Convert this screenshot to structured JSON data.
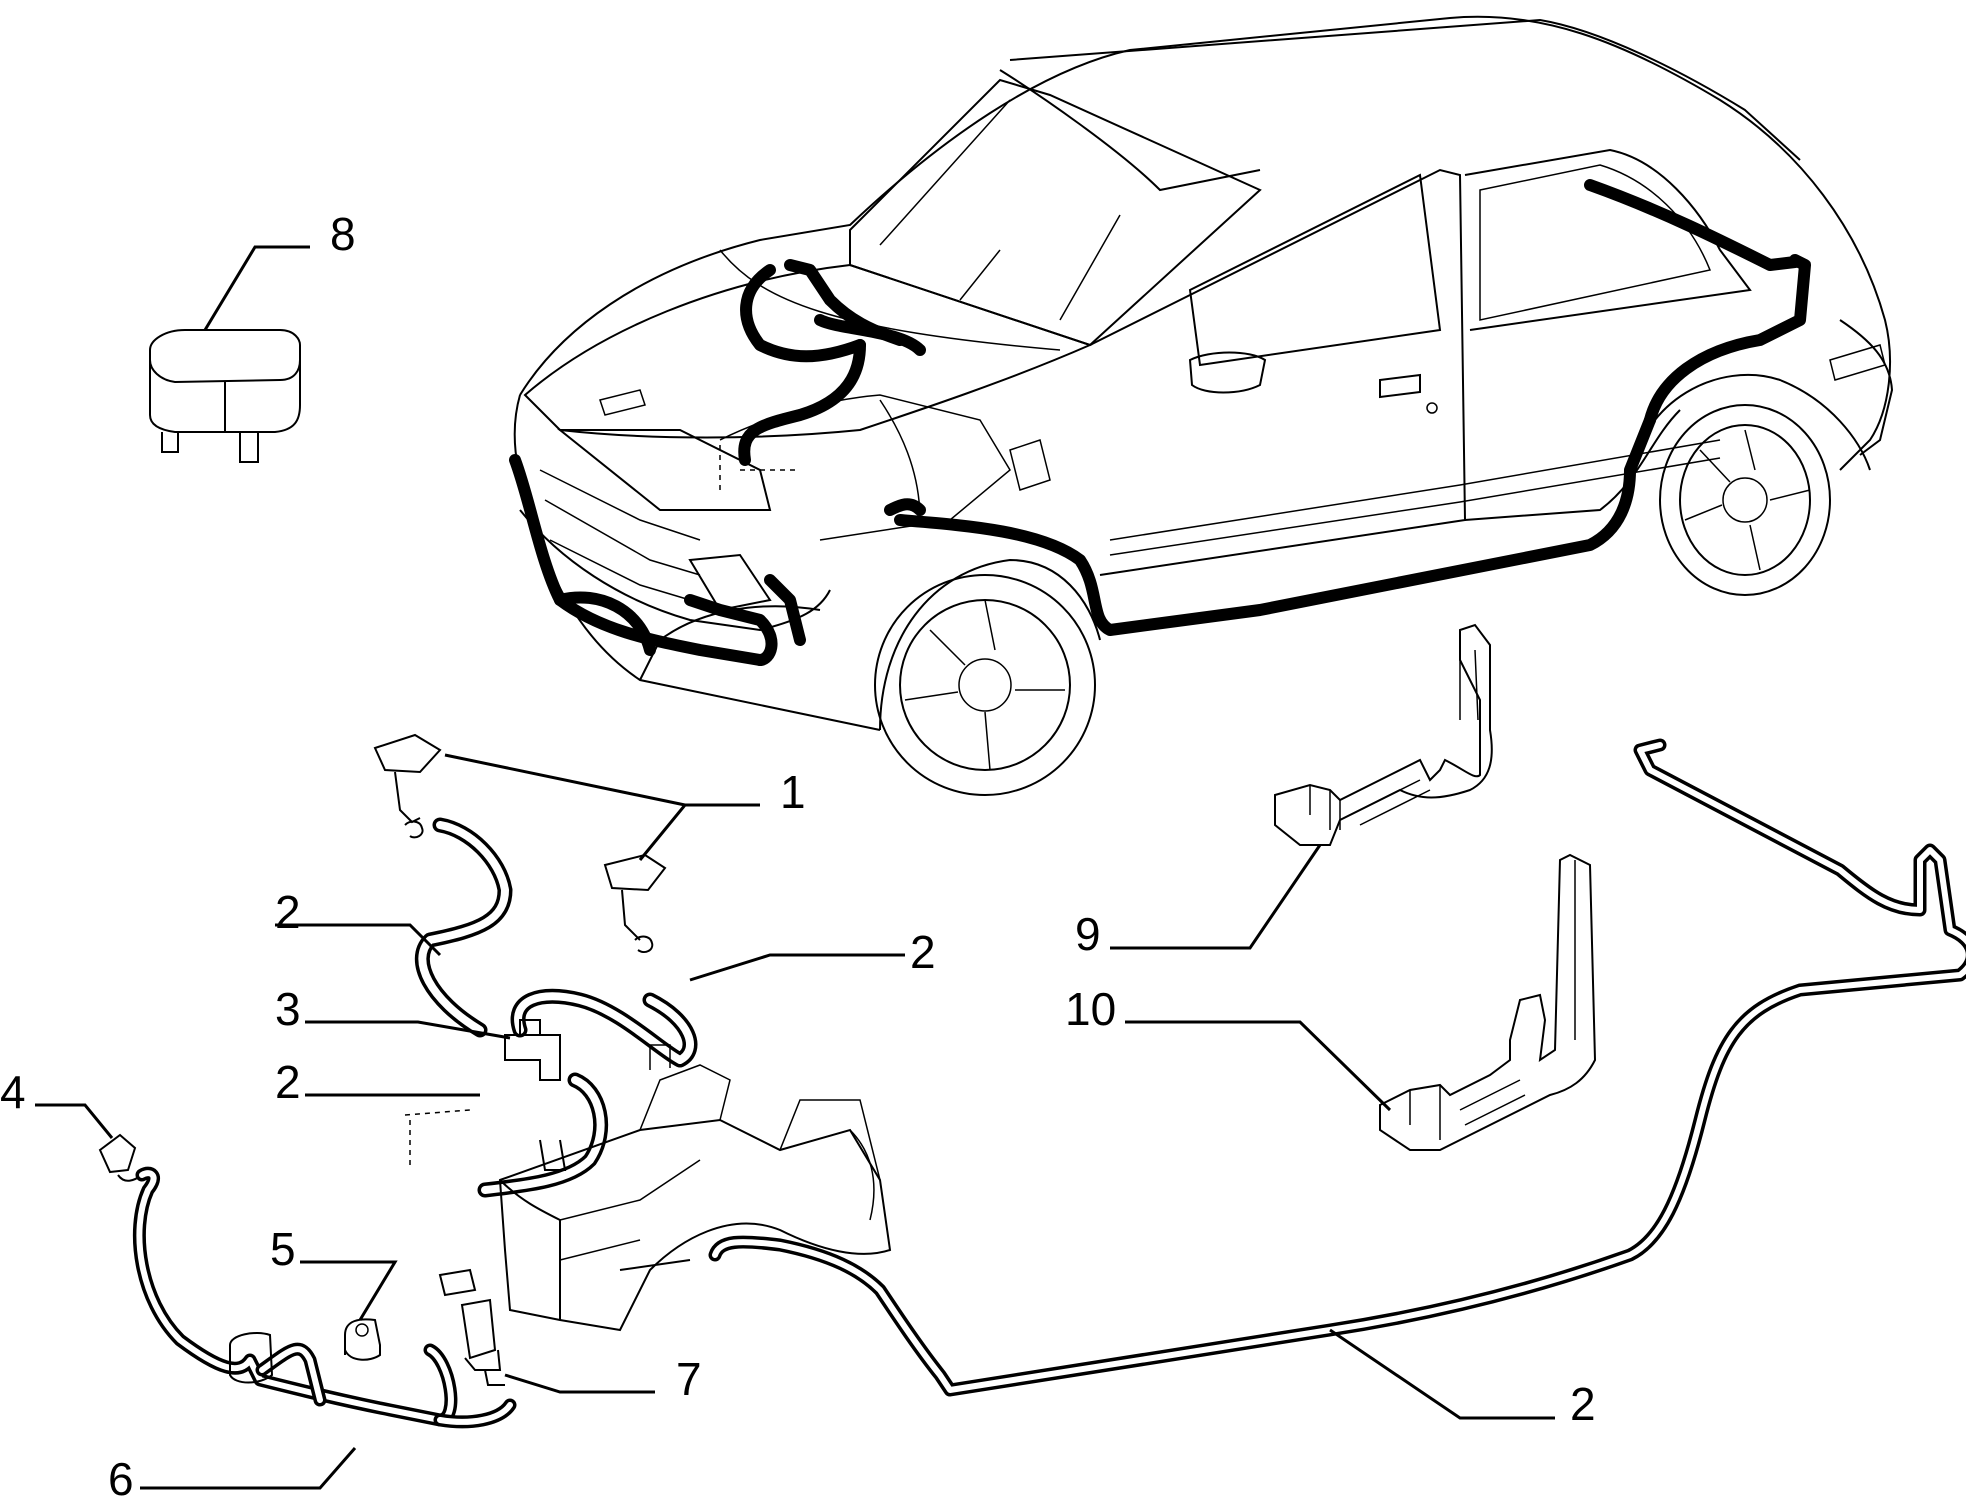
{
  "callouts": [
    {
      "id": "relay",
      "label": "8"
    },
    {
      "id": "nozzles",
      "label": "1"
    },
    {
      "id": "hose-upper-left",
      "label": "2"
    },
    {
      "id": "hose-upper-right",
      "label": "2"
    },
    {
      "id": "connector-t",
      "label": "3"
    },
    {
      "id": "hose-lower-left",
      "label": "2"
    },
    {
      "id": "rear-nozzle",
      "label": "4"
    },
    {
      "id": "connector-elbow",
      "label": "5"
    },
    {
      "id": "pipe-loop",
      "label": "6"
    },
    {
      "id": "pump",
      "label": "7"
    },
    {
      "id": "bracket-9",
      "label": "9"
    },
    {
      "id": "bracket-10",
      "label": "10"
    },
    {
      "id": "long-rear-pipe",
      "label": "2"
    }
  ]
}
